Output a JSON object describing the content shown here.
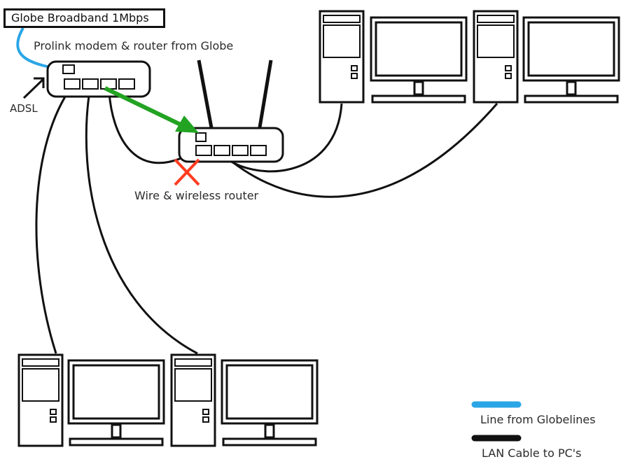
{
  "diagram": {
    "title": "Globe Broadband 1Mbps",
    "modem_label": "Prolink modem & router from Globe",
    "adsl_label": "ADSL",
    "wireless_router_label": "Wire & wireless router",
    "legend": [
      {
        "label": "Line from Globelines",
        "color": "#2aa6e6"
      },
      {
        "label": "LAN Cable to PC's",
        "color": "#000000"
      }
    ]
  },
  "colors": {
    "line": "#111111",
    "adsl_line": "#2aa6e6",
    "arrow": "#22a322",
    "cross": "#ff3b1f"
  }
}
